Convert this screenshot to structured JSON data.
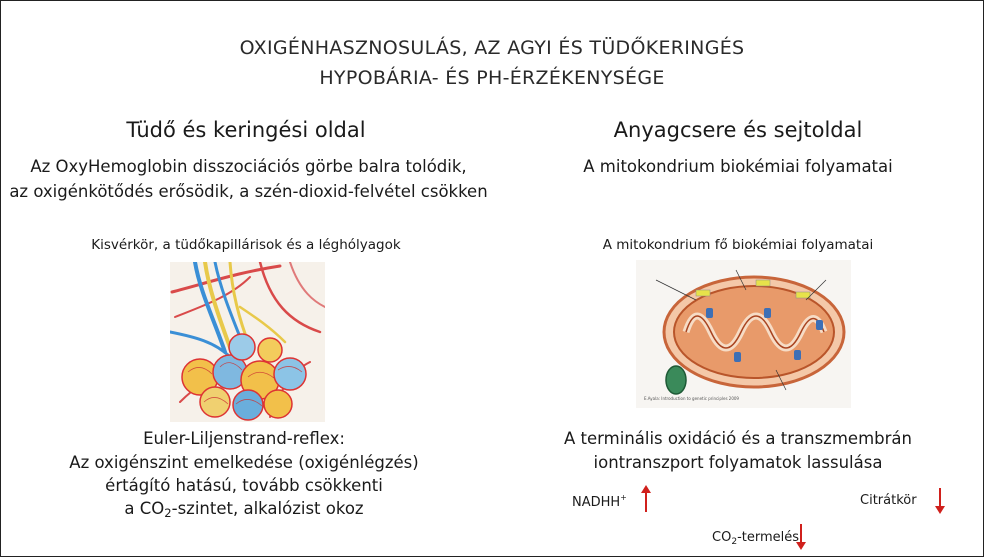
{
  "title": {
    "line1": "OXIGÉNHASZNOSULÁS, AZ AGYI ÉS TÜDŐKERINGÉS",
    "line2": "HYPOBÁRIA- ÉS PH-ÉRZÉKENYSÉGE"
  },
  "left": {
    "heading": "Tüdő és keringési oldal",
    "desc_line1": "Az OxyHemoglobin disszociációs görbe balra tolódik,",
    "desc_line2": "az oxigénkötődés erősödik, a szén-dioxid-felvétel csökken",
    "image_caption": "Kisvérkör, a tüdőkapillárisok és a léghólyagok",
    "reflex_line1": "Euler-Liljenstrand-reflex:",
    "reflex_line2": "Az oxigénszint emelkedése (oxigénlégzés)",
    "reflex_line3": "értágító hatású, tovább csökkenti",
    "reflex_line4_pre": "a CO",
    "reflex_line4_sub": "2",
    "reflex_line4_post": "-szintet, alkalózist okoz"
  },
  "right": {
    "heading": "Anyagcsere és sejtoldal",
    "desc": "A mitokondrium biokémiai folyamatai",
    "image_caption": "A mitokondrium fő biokémiai folyamatai",
    "concl_line1": "A terminális oxidáció és a transzmembrán",
    "concl_line2": "iontranszport folyamatok lassulása",
    "nadh_label": "NADHH",
    "nadh_sup": "+",
    "citrate_label": "Citrátkör",
    "co2_pre": "CO",
    "co2_sub": "2",
    "co2_post": "-termelés"
  },
  "colors": {
    "arrow": "#d0201c",
    "text": "#1a1a1a",
    "border": "#222222"
  }
}
